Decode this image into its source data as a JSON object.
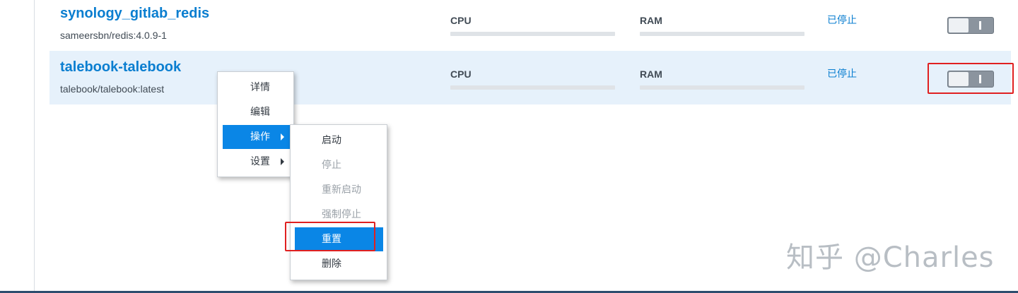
{
  "containers": [
    {
      "name": "synology_gitlab_redis",
      "image": "sameersbn/redis:4.0.9-1",
      "cpu_label": "CPU",
      "ram_label": "RAM",
      "cpu_usage": 0,
      "ram_usage": 0,
      "status": "已停止",
      "running": false
    },
    {
      "name": "talebook-talebook",
      "image": "talebook/talebook:latest",
      "cpu_label": "CPU",
      "ram_label": "RAM",
      "cpu_usage": 0,
      "ram_usage": 0,
      "status": "已停止",
      "running": false,
      "selected": true
    }
  ],
  "context_menu": {
    "items": [
      {
        "label": "详情",
        "has_submenu": false
      },
      {
        "label": "编辑",
        "has_submenu": false
      },
      {
        "label": "操作",
        "has_submenu": true,
        "active": true
      },
      {
        "label": "设置",
        "has_submenu": true
      }
    ]
  },
  "action_submenu": {
    "items": [
      {
        "label": "启动",
        "enabled": true
      },
      {
        "label": "停止",
        "enabled": false
      },
      {
        "label": "重新启动",
        "enabled": false
      },
      {
        "label": "强制停止",
        "enabled": false
      },
      {
        "label": "重置",
        "enabled": true,
        "active": true
      },
      {
        "label": "删除",
        "enabled": true
      }
    ]
  },
  "colors": {
    "accent": "#0a7ed0",
    "menu_active": "#0a86e6",
    "highlight_box": "#e02020"
  },
  "icons": {
    "submenu_arrow": "chevron-right-icon"
  },
  "watermark": "知乎 @Charles"
}
